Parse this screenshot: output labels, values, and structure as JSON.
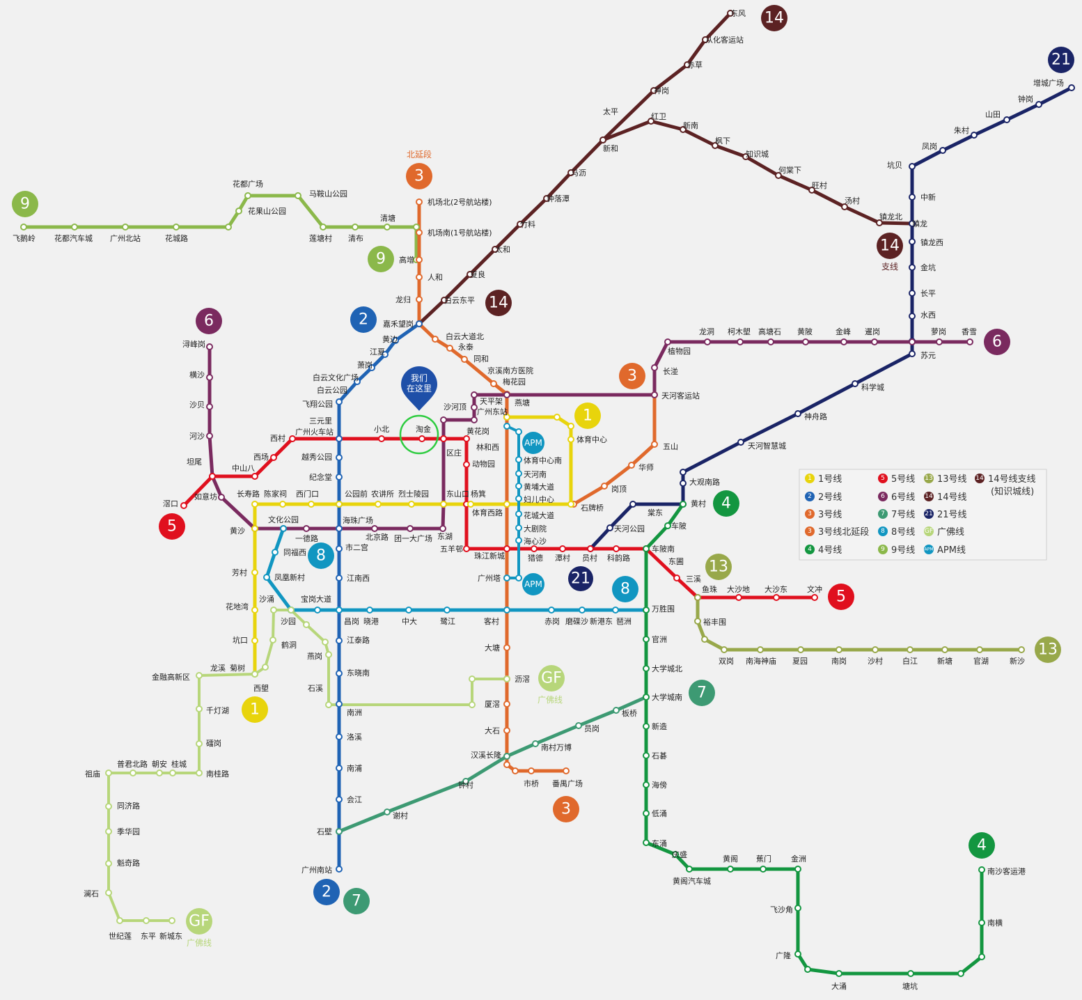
{
  "here_marker": {
    "text_line1": "我们",
    "text_line2": "在这里",
    "station": "淘金"
  },
  "badges": {
    "l9a": "9",
    "l9b": "9",
    "l3n": "3",
    "l3n_caption": "北延段",
    "l2": "2",
    "l14a": "14",
    "l14b": "14",
    "l14br": "14",
    "l14br_caption": "支线",
    "l21": "21",
    "l21b": "21",
    "l6a": "6",
    "l6b": "6",
    "l3a": "3",
    "l1a": "1",
    "l1b": "1",
    "apm1": "APM",
    "apm2": "APM",
    "l5a": "5",
    "l5b": "5",
    "l8a": "8",
    "l8b": "8",
    "l4a": "4",
    "l4b": "4",
    "l13a": "13",
    "l13b": "13",
    "l7a": "7",
    "l7b": "7",
    "gf1": "GF",
    "gf1_caption": "广佛线",
    "gf2": "GF",
    "gf2_caption": "广佛线",
    "l2b": "2",
    "l3b": "3"
  },
  "legend": [
    {
      "dot": "1",
      "label": "1号线",
      "color": "#e8d40c"
    },
    {
      "dot": "2",
      "label": "2号线",
      "color": "#1f63b4"
    },
    {
      "dot": "3",
      "label": "3号线",
      "color": "#e0692c"
    },
    {
      "dot": "3",
      "label": "3号线北延段",
      "color": "#e0692c"
    },
    {
      "dot": "4",
      "label": "4号线",
      "color": "#139640"
    },
    {
      "dot": "5",
      "label": "5号线",
      "color": "#e0101e"
    },
    {
      "dot": "6",
      "label": "6号线",
      "color": "#7a2a5f"
    },
    {
      "dot": "7",
      "label": "7号线",
      "color": "#3d9a73"
    },
    {
      "dot": "8",
      "label": "8号线",
      "color": "#1196c1"
    },
    {
      "dot": "9",
      "label": "9号线",
      "color": "#8bb84a"
    },
    {
      "dot": "13",
      "label": "13号线",
      "color": "#98a84a"
    },
    {
      "dot": "14",
      "label": "14号线",
      "color": "#5c2223"
    },
    {
      "dot": "21",
      "label": "21号线",
      "color": "#1a2466"
    },
    {
      "dot": "GF",
      "label": "广佛线",
      "color": "#b7d67a"
    },
    {
      "dot": "APM",
      "label": "APM线",
      "color": "#1196c1"
    },
    {
      "dot": "14",
      "label": "14号线支线",
      "label2": "(知识城线)",
      "color": "#5c2223"
    }
  ],
  "stations": {
    "s0": "东风",
    "s1": "从化客运站",
    "s2": "赤草",
    "s3": "神岗",
    "s4": "太平",
    "s5": "新和",
    "s6": "红卫",
    "s7": "新南",
    "s8": "枫下",
    "s9": "知识城",
    "s10": "何棠下",
    "s11": "旺村",
    "s12": "汤村",
    "s13": "镇龙北",
    "s14": "镇龙",
    "s15": "马沥",
    "s16": "钟落潭",
    "s17": "竹料",
    "s18": "太和",
    "s19": "夏良",
    "s20": "白云东平",
    "s21": "嘉禾望岗",
    "s22": "飞鹅岭",
    "s23": "花都汽车城",
    "s24": "广州北站",
    "s25": "花城路",
    "s26": "花都广场",
    "s27": "花果山公园",
    "s28": "马鞍山公园",
    "s29": "莲塘村",
    "s30": "清布",
    "s31": "清塘",
    "s32": "高增",
    "s33": "机场北(2号航站楼)",
    "s34": "机场南(1号航站楼)",
    "s35": "人和",
    "s36": "龙归",
    "s37": "增城广场",
    "s38": "钟岗",
    "s39": "山田",
    "s40": "朱村",
    "s41": "凤岗",
    "s42": "坑贝",
    "s43": "中新",
    "s44": "镇龙西",
    "s45": "金坑",
    "s46": "长平",
    "s47": "水西",
    "s48": "苏元",
    "s49": "萝岗",
    "s50": "香雪",
    "s51": "龙洞",
    "s52": "柯木塱",
    "s53": "高塘石",
    "s54": "黄陂",
    "s55": "金峰",
    "s56": "暹岗",
    "s57": "植物园",
    "s58": "长湴",
    "s59": "天河客运站",
    "s60": "科学城",
    "s61": "神舟路",
    "s62": "天河智慧城",
    "s63": "大观南路",
    "s64": "五山",
    "s65": "华师",
    "s66": "岗顶",
    "s67": "石牌桥",
    "s68": "体育中心",
    "s69": "燕塘",
    "s70": "梅花园",
    "s71": "京溪南方医院",
    "s72": "同和",
    "s73": "永泰",
    "s74": "白云大道北",
    "s75": "黄边",
    "s76": "江夏",
    "s77": "萧岗",
    "s78": "白云文化广场",
    "s79": "白云公园",
    "s80": "飞翔公园",
    "s81": "三元里",
    "s82": "广州火车站",
    "s83": "小北",
    "s84": "淘金",
    "s85": "区庄",
    "s86": "动物园",
    "s87": "沙河顶",
    "s88": "天平架",
    "s89": "广州东站",
    "s90": "黄花岗",
    "s91": "林和西",
    "s92": "体育中心南",
    "s93": "天河南",
    "s94": "黄埔大道",
    "s95": "妇儿中心",
    "s96": "花城大道",
    "s97": "大剧院",
    "s98": "海心沙",
    "s99": "广州塔",
    "s100": "浔峰岗",
    "s101": "横沙",
    "s102": "沙贝",
    "s103": "河沙",
    "s104": "坦尾",
    "s105": "中山八",
    "s106": "西场",
    "s107": "西村",
    "s108": "滘口",
    "s109": "如意坊",
    "s110": "黄沙",
    "s111": "长寿路",
    "s112": "陈家祠",
    "s113": "西门口",
    "s114": "越秀公园",
    "s115": "纪念堂",
    "s116": "公园前",
    "s117": "农讲所",
    "s118": "烈士陵园",
    "s119": "东山口",
    "s120": "杨箕",
    "s121": "体育西路",
    "s122": "文化公园",
    "s123": "一德路",
    "s124": "海珠广场",
    "s125": "北京路",
    "s126": "团一大广场",
    "s127": "东湖",
    "s128": "五羊邨",
    "s129": "珠江新城",
    "s130": "猎德",
    "s131": "潭村",
    "s132": "员村",
    "s133": "科韵路",
    "s134": "车陂南",
    "s135": "东圃",
    "s136": "三溪",
    "s137": "鱼珠",
    "s138": "大沙地",
    "s139": "大沙东",
    "s140": "文冲",
    "s141": "天河公园",
    "s142": "棠东",
    "s143": "黄村",
    "s144": "车陂",
    "s145": "同福西",
    "s146": "凤凰新村",
    "s147": "沙涌",
    "s148": "宝岗大道",
    "s149": "市二宫",
    "s150": "江南西",
    "s151": "昌岗",
    "s152": "晓港",
    "s153": "中大",
    "s154": "鹭江",
    "s155": "客村",
    "s156": "赤岗",
    "s157": "磨碟沙",
    "s158": "新港东",
    "s159": "琶洲",
    "s160": "万胜围",
    "s161": "芳村",
    "s162": "花地湾",
    "s163": "坑口",
    "s164": "西塱",
    "s165": "沙园",
    "s166": "鹤洞",
    "s167": "燕岗",
    "s168": "石溪",
    "s169": "江泰路",
    "s170": "东晓南",
    "s171": "南洲",
    "s172": "洛溪",
    "s173": "南浦",
    "s174": "会江",
    "s175": "石壁",
    "s176": "广州南站",
    "s177": "大塘",
    "s178": "沥滘",
    "s179": "厦滘",
    "s180": "大石",
    "s181": "汉溪长隆",
    "s182": "市桥",
    "s183": "番禺广场",
    "s184": "谢村",
    "s185": "钟村",
    "s186": "南村万博",
    "s187": "员岗",
    "s188": "板桥",
    "s189": "大学城南",
    "s190": "大学城北",
    "s191": "官洲",
    "s192": "新造",
    "s193": "石碁",
    "s194": "海傍",
    "s195": "低涌",
    "s196": "东涌",
    "s197": "庆盛",
    "s198": "黄阁汽车城",
    "s199": "黄阁",
    "s200": "蕉门",
    "s201": "金洲",
    "s202": "飞沙角",
    "s203": "广隆",
    "s204": "大涌",
    "s205": "塘坑",
    "s206": "南横",
    "s207": "南沙客运港",
    "s208": "裕丰围",
    "s209": "双岗",
    "s210": "南海神庙",
    "s211": "夏园",
    "s212": "南岗",
    "s213": "沙村",
    "s214": "白江",
    "s215": "新塘",
    "s216": "官湖",
    "s217": "新沙",
    "s218": "龙溪",
    "s219": "菊树",
    "s220": "金融高新区",
    "s221": "千灯湖",
    "s222": "礌岗",
    "s223": "南桂路",
    "s224": "桂城",
    "s225": "朝安",
    "s226": "普君北路",
    "s227": "祖庙",
    "s228": "同济路",
    "s229": "季华园",
    "s230": "魁奇路",
    "s231": "澜石",
    "s232": "世纪莲",
    "s233": "东平",
    "s234": "新城东"
  }
}
